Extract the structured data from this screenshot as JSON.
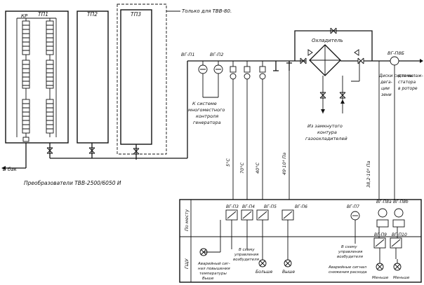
{
  "labels": {
    "kr": "КР",
    "tp1": "ТП1",
    "tp2": "ТП2",
    "tp3": "ТП3",
    "only_tvv80": "Только для ТВВ-80.",
    "out": "В бак",
    "converters": "Преобразователи  ТВВ-2500/6050 И",
    "vg_p1": "ВГ-П1",
    "vg_p2": "ВГ-П2",
    "cooler": "Охладитель",
    "vg_p8b": "ВГ-П8Б",
    "to_control_1": "К системе",
    "to_control_2": "многоместного",
    "to_control_3": "контроля",
    "to_control_4": "генератора",
    "closed_loop_1": "Из замкнутого",
    "closed_loop_2": "контура",
    "closed_loop_3": "газоохладителей",
    "right_note_1": "Диски системы",
    "right_note_2": "дега-",
    "right_note_3": "ции",
    "right_note_4": "зени",
    "right_note_5": "для охлаж-",
    "right_note_6": "статора",
    "right_note_7": "в роторе",
    "t_a": "5°С",
    "t_b": "70°С",
    "t_c": "40°С",
    "p_a": "49·10⁴ Па",
    "p_b": "38,2·10⁴ Па",
    "panel_top": "По месту",
    "panel_bottom": "ГЩУ",
    "vg_p3": "ВГ-П3",
    "vg_p4": "ВГ-П4",
    "vg_p5": "ВГ-П5",
    "vg_p6": "ВГ-П6",
    "vg_p7": "ВГ-П7",
    "vg_p8a": "ВГ-П8а",
    "vg_p8b_panel": "ВГ-П8б",
    "vg_p9": "ВГ-П9",
    "vg_p10": "ВГ-П10",
    "alarm_1": "Аварийный сиг-",
    "alarm_2": "нал повышения",
    "alarm_3": "температуры",
    "alarm_4": "Выше",
    "to_control_sys_1": "В схему",
    "to_control_sys_2": "управления",
    "to_control_sys_3": "возбудителя",
    "more_1": "Больше",
    "higher_1": "Выше",
    "to_control_sys_r1": "В схему",
    "to_control_sys_r2": "управления",
    "to_control_sys_r3": "возбудителя",
    "alarm_r1": "Аварийные сигнал",
    "alarm_r2": "снижения расхода",
    "less_1": "Меньше",
    "less_2": "Меньше"
  },
  "icons": [
    "thermometer-icon",
    "pressure-gauge-icon",
    "valve-icon",
    "heat-exchanger-icon",
    "indicator-lamp-icon"
  ]
}
